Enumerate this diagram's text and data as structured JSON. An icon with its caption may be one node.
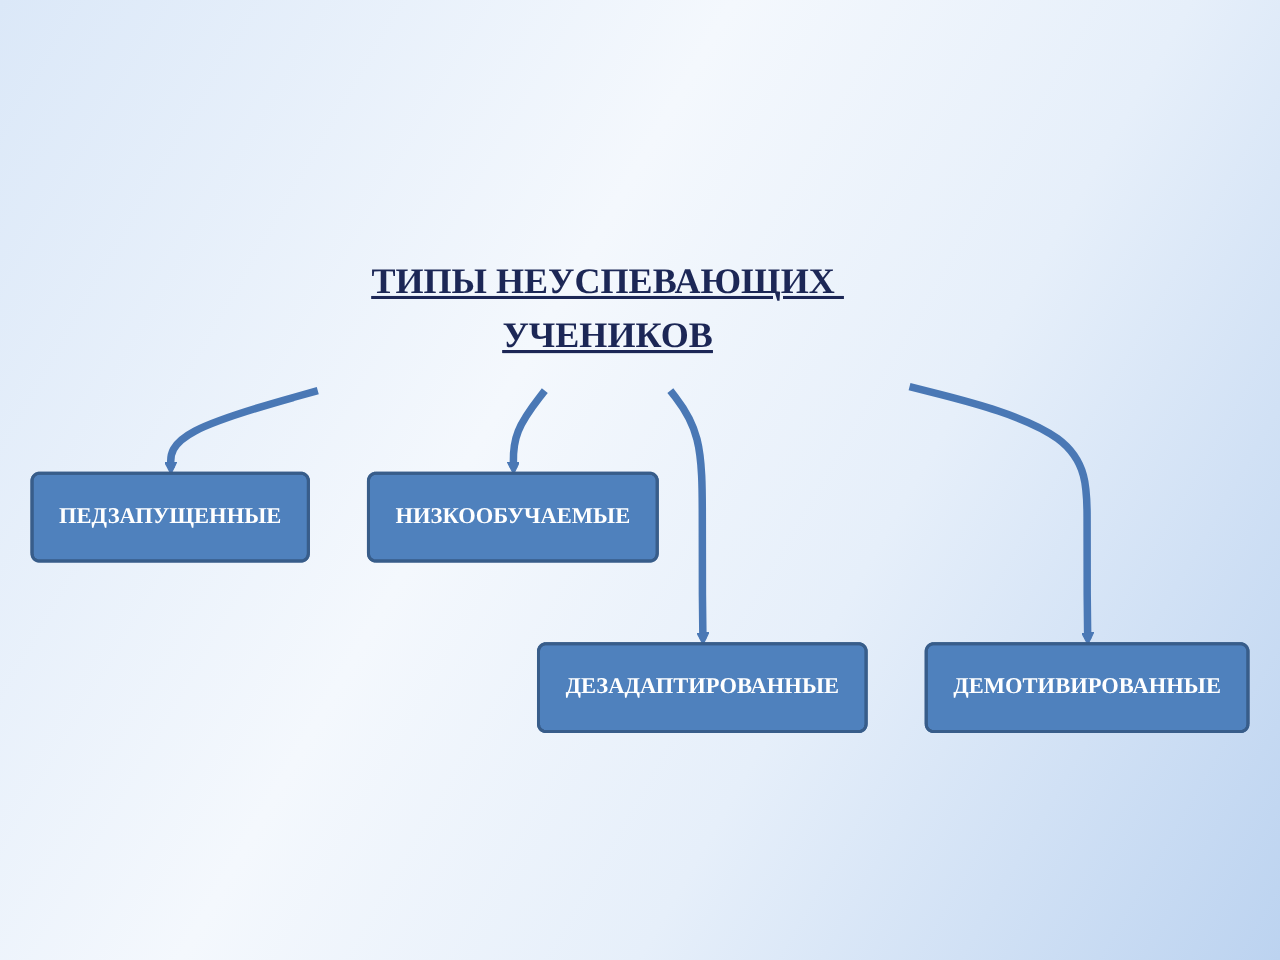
{
  "diagram": {
    "nodes": [
      {
        "text": [
          "ТИПЫ НЕУСПЕВАЮЩИХ УЧЕНИКОВ"
        ]
      },
      {
        "text": [
          "ПЕДЗАПУЩЕННЫЕ"
        ]
      },
      {
        "text": [
          "НИЗКООБУЧАЕМЫЕ"
        ]
      },
      {
        "text": [
          "ДЕЗАДАПТИРОВАННЫЕ"
        ]
      },
      {
        "text": [
          "ДЕМОТИВИРОВАННЫЕ"
        ]
      }
    ],
    "edges": [
      {
        "from": 0,
        "to": 3,
        "arrow": "to"
      },
      {
        "from": 0,
        "to": 1,
        "arrow": "to"
      },
      {
        "from": 0,
        "to": 2,
        "arrow": "to"
      },
      {
        "from": 0,
        "to": 4,
        "arrow": "to"
      }
    ]
  }
}
